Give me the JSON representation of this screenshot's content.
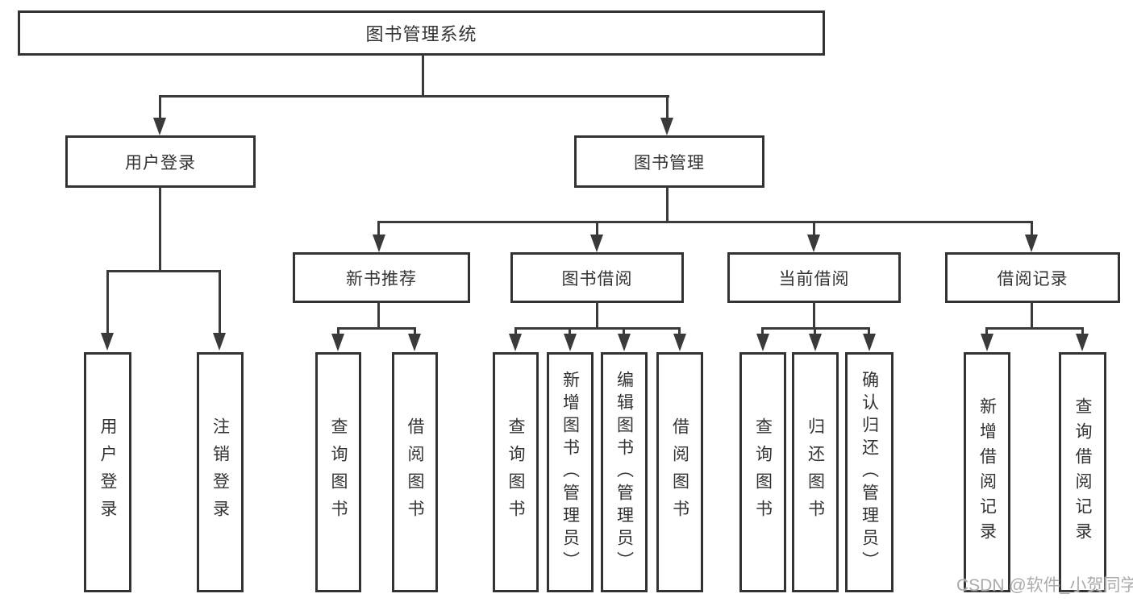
{
  "diagram": {
    "root": {
      "label": "图书管理系统"
    },
    "branches": [
      {
        "label": "用户登录",
        "children": [
          {
            "label": "用户登录"
          },
          {
            "label": "注销登录"
          }
        ]
      },
      {
        "label": "图书管理",
        "children": [
          {
            "label": "新书推荐",
            "children": [
              {
                "label": "查询图书"
              },
              {
                "label": "借阅图书"
              }
            ]
          },
          {
            "label": "图书借阅",
            "children": [
              {
                "label": "查询图书"
              },
              {
                "label": "新增图书（管理员）"
              },
              {
                "label": "编辑图书（管理员）"
              },
              {
                "label": "借阅图书"
              }
            ]
          },
          {
            "label": "当前借阅",
            "children": [
              {
                "label": "查询图书"
              },
              {
                "label": "归还图书"
              },
              {
                "label": "确认归还（管理员）"
              }
            ]
          },
          {
            "label": "借阅记录",
            "children": [
              {
                "label": "新增借阅记录"
              },
              {
                "label": "查询借阅记录"
              }
            ]
          }
        ]
      }
    ]
  },
  "watermark": {
    "text": "CSDN @软件_小贺同学"
  },
  "colors": {
    "line": "#3a3a3a",
    "text": "#333333",
    "watermark": "#ababab",
    "background": "#ffffff"
  }
}
